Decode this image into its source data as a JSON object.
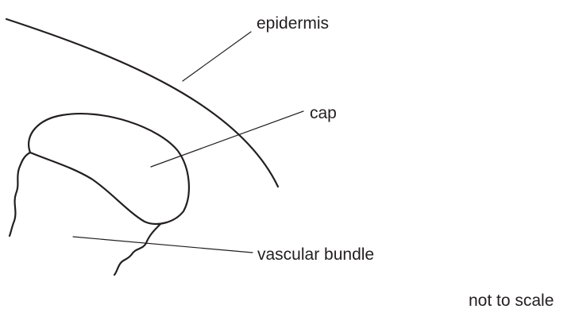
{
  "labels": {
    "epidermis": "epidermis",
    "cap": "cap",
    "vascular_bundle": "vascular bundle",
    "scale_note": "not to scale"
  }
}
